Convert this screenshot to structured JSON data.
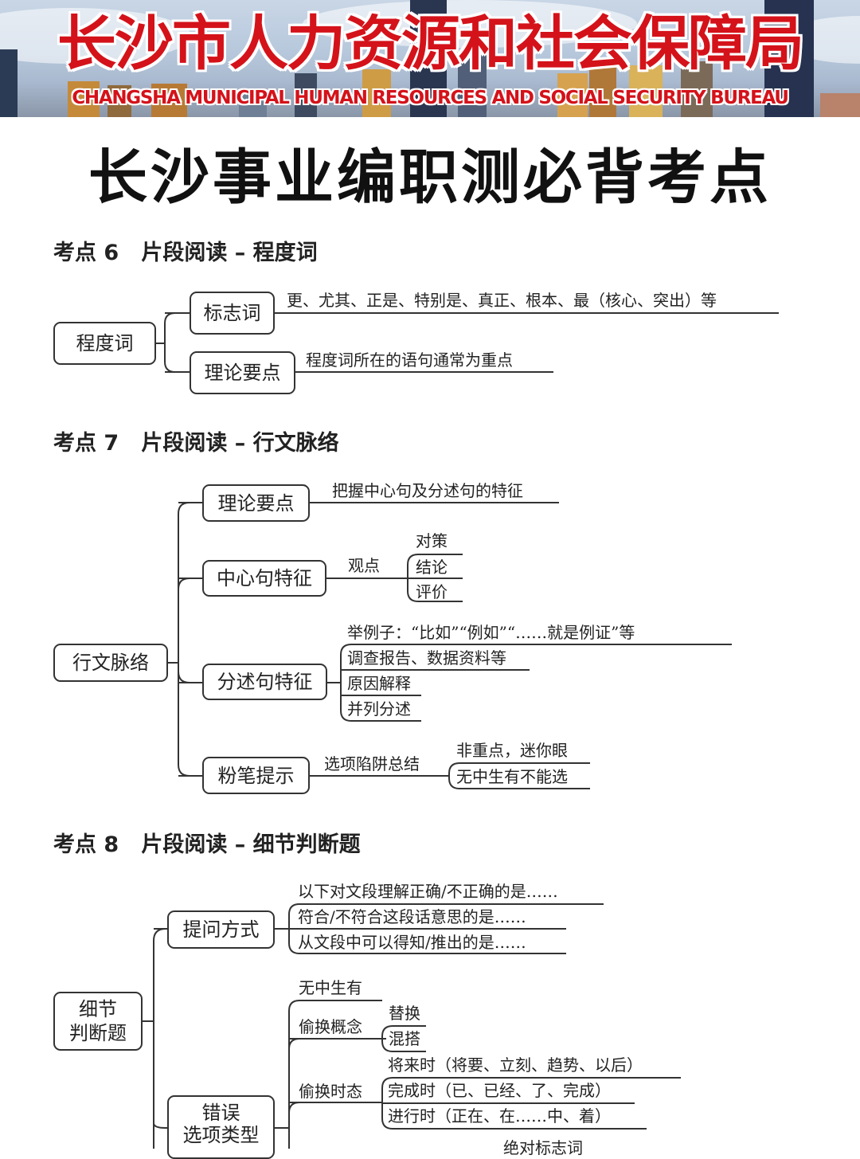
{
  "banner": {
    "title_cn": "长沙市人力资源和社会保障局",
    "title_en": "CHANGSHA MUNICIPAL HUMAN RESOURCES AND SOCIAL SECURITY BUREAU",
    "accent_color": "#d4121a"
  },
  "page": {
    "title": "长沙事业编职测必背考点"
  },
  "sections": [
    {
      "title": "考点 6   片段阅读 – 程度词",
      "root": "程度词",
      "branches": [
        {
          "label": "标志词",
          "items": [
            "更、尤其、正是、特别是、真正、根本、最（核心、突出）等"
          ]
        },
        {
          "label": "理论要点",
          "items": [
            "程度词所在的语句通常为重点"
          ]
        }
      ]
    },
    {
      "title": "考点 7   片段阅读 – 行文脉络",
      "root": "行文脉络",
      "branches": [
        {
          "label": "理论要点",
          "items": [
            "把握中心句及分述句的特征"
          ]
        },
        {
          "label": "中心句特征",
          "sub_label": "观点",
          "items": [
            "对策",
            "结论",
            "评价"
          ]
        },
        {
          "label": "分述句特征",
          "items": [
            "举例子：“比如”“例如”“……就是例证”等",
            "调查报告、数据资料等",
            "原因解释",
            "并列分述"
          ]
        },
        {
          "label": "粉笔提示",
          "sub_label": "选项陷阱总结",
          "items": [
            "非重点，迷你眼",
            "无中生有不能选"
          ]
        }
      ]
    },
    {
      "title": "考点 8   片段阅读 – 细节判断题",
      "root": "细节\n判断题",
      "branches": [
        {
          "label": "提问方式",
          "items": [
            "以下对文段理解正确/不正确的是……",
            "符合/不符合这段话意思的是……",
            "从文段中可以得知/推出的是……"
          ]
        },
        {
          "label": "错误\n选项类型",
          "children": [
            {
              "label": "无中生有"
            },
            {
              "label": "偷换概念",
              "items": [
                "替换",
                "混搭"
              ]
            },
            {
              "label": "偷换时态",
              "items": [
                "将来时（将要、立刻、趋势、以后）",
                "完成时（已、已经、了、完成）",
                "进行时（正在、在……中、着）"
              ]
            },
            {
              "label": "绝对标志词"
            }
          ]
        }
      ]
    }
  ]
}
